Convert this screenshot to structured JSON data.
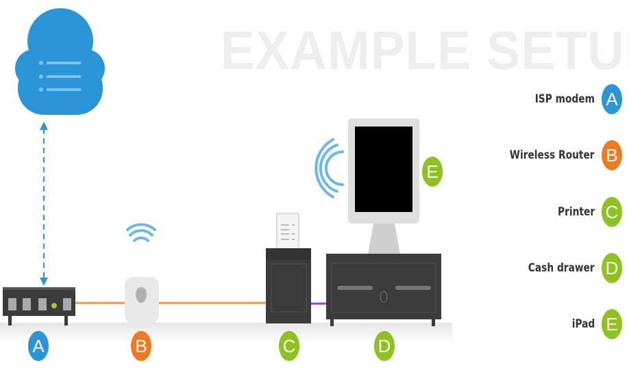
{
  "title": "EXAMPLE SETUP",
  "colors": {
    "blue": "#2a96d8",
    "orange": "#f07a1e",
    "green": "#8dc21f",
    "dark": "#3b3b3b",
    "purple": "#9b3de0"
  },
  "devices": [
    {
      "letter": "A",
      "label": "ISP modem",
      "color": "#2a96d8"
    },
    {
      "letter": "B",
      "label": "Wireless Router",
      "color": "#f07a1e"
    },
    {
      "letter": "C",
      "label": "Printer",
      "color": "#8dc21f"
    },
    {
      "letter": "D",
      "label": "Cash drawer",
      "color": "#8dc21f"
    },
    {
      "letter": "E",
      "label": "iPad",
      "color": "#8dc21f"
    }
  ]
}
